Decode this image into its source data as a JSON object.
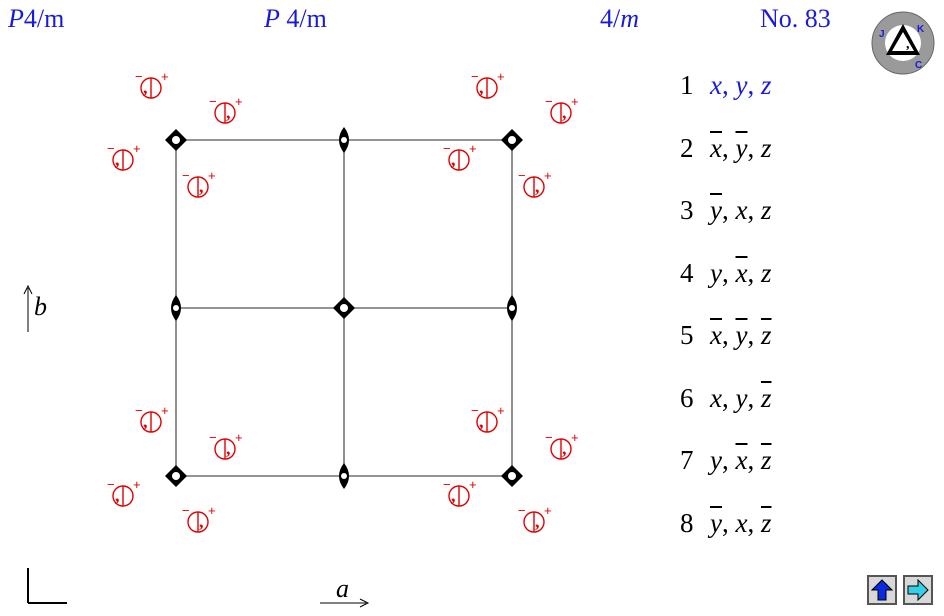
{
  "header": {
    "hm_short_letter": "P",
    "hm_short_rest": "4/m",
    "hm_full_letter": "P",
    "hm_full_rest": "4/m",
    "point_group_num": "4/",
    "point_group_m": "m",
    "number": "No. 83"
  },
  "logo": {
    "text": "JKC"
  },
  "axes": {
    "a": "a",
    "b": "b"
  },
  "positions": [
    {
      "n": "1",
      "parts": [
        [
          "x",
          ""
        ],
        [
          ", ",
          ""
        ],
        [
          "y",
          ""
        ],
        [
          ", ",
          ""
        ],
        [
          "z",
          ""
        ]
      ]
    },
    {
      "n": "2",
      "parts": [
        [
          "x",
          "ov"
        ],
        [
          ", ",
          ""
        ],
        [
          "y",
          "ov"
        ],
        [
          ", ",
          ""
        ],
        [
          "z",
          ""
        ]
      ]
    },
    {
      "n": "3",
      "parts": [
        [
          "y",
          "ov"
        ],
        [
          ", ",
          ""
        ],
        [
          "x",
          ""
        ],
        [
          ", ",
          ""
        ],
        [
          "z",
          ""
        ]
      ]
    },
    {
      "n": "4",
      "parts": [
        [
          "y",
          ""
        ],
        [
          ", ",
          ""
        ],
        [
          "x",
          "ov"
        ],
        [
          ", ",
          ""
        ],
        [
          "z",
          ""
        ]
      ]
    },
    {
      "n": "5",
      "parts": [
        [
          "x",
          "ov"
        ],
        [
          ", ",
          ""
        ],
        [
          "y",
          "ov"
        ],
        [
          ", ",
          ""
        ],
        [
          "z",
          "ov"
        ]
      ]
    },
    {
      "n": "6",
      "parts": [
        [
          "x",
          ""
        ],
        [
          ", ",
          ""
        ],
        [
          "y",
          ""
        ],
        [
          ", ",
          ""
        ],
        [
          "z",
          "ov"
        ]
      ]
    },
    {
      "n": "7",
      "parts": [
        [
          "y",
          ""
        ],
        [
          ", ",
          ""
        ],
        [
          "x",
          "ov"
        ],
        [
          ", ",
          ""
        ],
        [
          "z",
          "ov"
        ]
      ]
    },
    {
      "n": "8",
      "parts": [
        [
          "y",
          "ov"
        ],
        [
          ", ",
          ""
        ],
        [
          "x",
          ""
        ],
        [
          ", ",
          ""
        ],
        [
          "z",
          "ov"
        ]
      ]
    }
  ],
  "symbols": {
    "minus": "−",
    "plus": "+",
    "comma": ","
  },
  "colors": {
    "header": "#1a1adc",
    "equipoint": "#e00000",
    "nav_arrow_up": "#0a2be0",
    "nav_arrow_next": "#35d0e8"
  },
  "nav": {
    "up_icon": "arrow-up-icon",
    "next_icon": "arrow-right-icon"
  }
}
